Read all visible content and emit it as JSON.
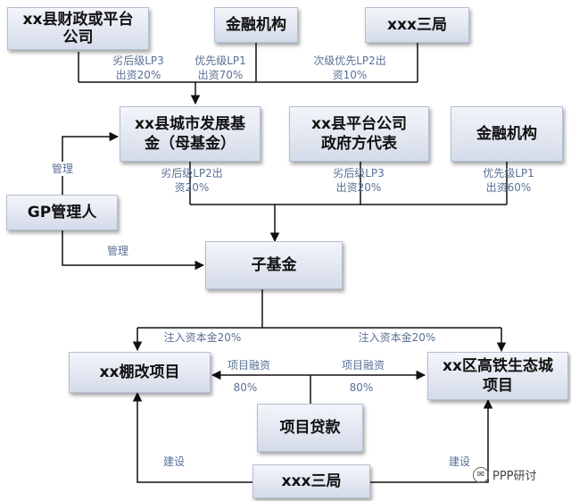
{
  "nodes": {
    "county_finance": "xx县财政或平台\n公司",
    "finance_org_top": "金融机构",
    "xxx_bureau_top": "xxx三局",
    "parent_fund": "xx县城市发展基\n金（母基金）",
    "gov_rep": "xx县平台公司\n政府方代表",
    "finance_org_mid": "金融机构",
    "gp_manager": "GP管理人",
    "sub_fund": "子基金",
    "shantytown": "xx棚改项目",
    "eco_city": "xx区高铁生态城\n项目",
    "project_loan": "项目贷款",
    "xxx_bureau_bottom": "xxx三局"
  },
  "labels": {
    "lp3_top": "劣后级LP3\n出资20%",
    "lp1_top": "优先级LP1\n出资70%",
    "lp2_top": "次级优先LP2出\n资10%",
    "lp2_mid": "劣后级LP2出\n资20%",
    "lp3_mid": "劣后级LP3\n出资20%",
    "lp1_mid": "优先级LP1\n出资60%",
    "manage_1": "管理",
    "manage_2": "管理",
    "inject_left": "注入资本金20%",
    "inject_right": "注入资本金20%",
    "financing_left": "项目融资",
    "financing_right": "项目融资",
    "pct_left": "80%",
    "pct_right": "80%",
    "build_left": "建设",
    "build_right": "建设"
  },
  "watermark": "PPP研讨",
  "colors": {
    "box_top": "#f3f5fa",
    "box_bottom": "#d4dbe9",
    "label": "#5a7096",
    "line": "#111111"
  }
}
